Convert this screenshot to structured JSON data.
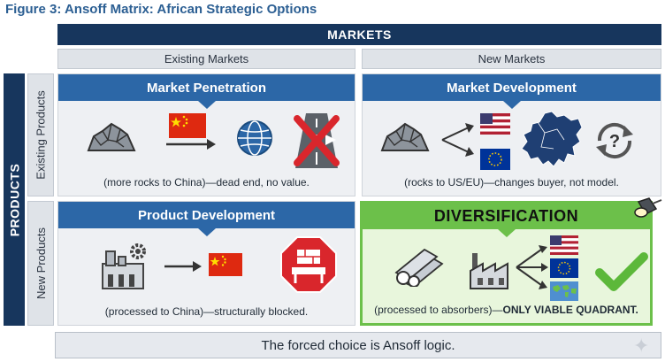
{
  "figure_title": "Figure 3: Ansoff Matrix: African Strategic Options",
  "axes": {
    "markets_label": "MARKETS",
    "products_label": "PRODUCTS",
    "columns": [
      "Existing Markets",
      "New Markets"
    ],
    "rows": [
      "Existing Products",
      "New Products"
    ]
  },
  "quadrants": {
    "market_penetration": {
      "title": "Market Penetration",
      "caption": "(more rocks to China)—dead end, no value."
    },
    "market_development": {
      "title": "Market Development",
      "caption": "(rocks to US/EU)—changes buyer, not model."
    },
    "product_development": {
      "title": "Product Development",
      "caption": "(processed to China)—structurally blocked."
    },
    "diversification": {
      "title": "DIVERSIFICATION",
      "caption_lead": "(processed to absorbers)—",
      "caption_emphasis": "ONLY VIABLE QUADRANT."
    }
  },
  "footer": "The forced choice is Ansoff logic.",
  "colors": {
    "navy": "#17365d",
    "quadrant_header": "#2c67a7",
    "highlight_green": "#6cc04a",
    "blocked_red": "#d9262c"
  }
}
